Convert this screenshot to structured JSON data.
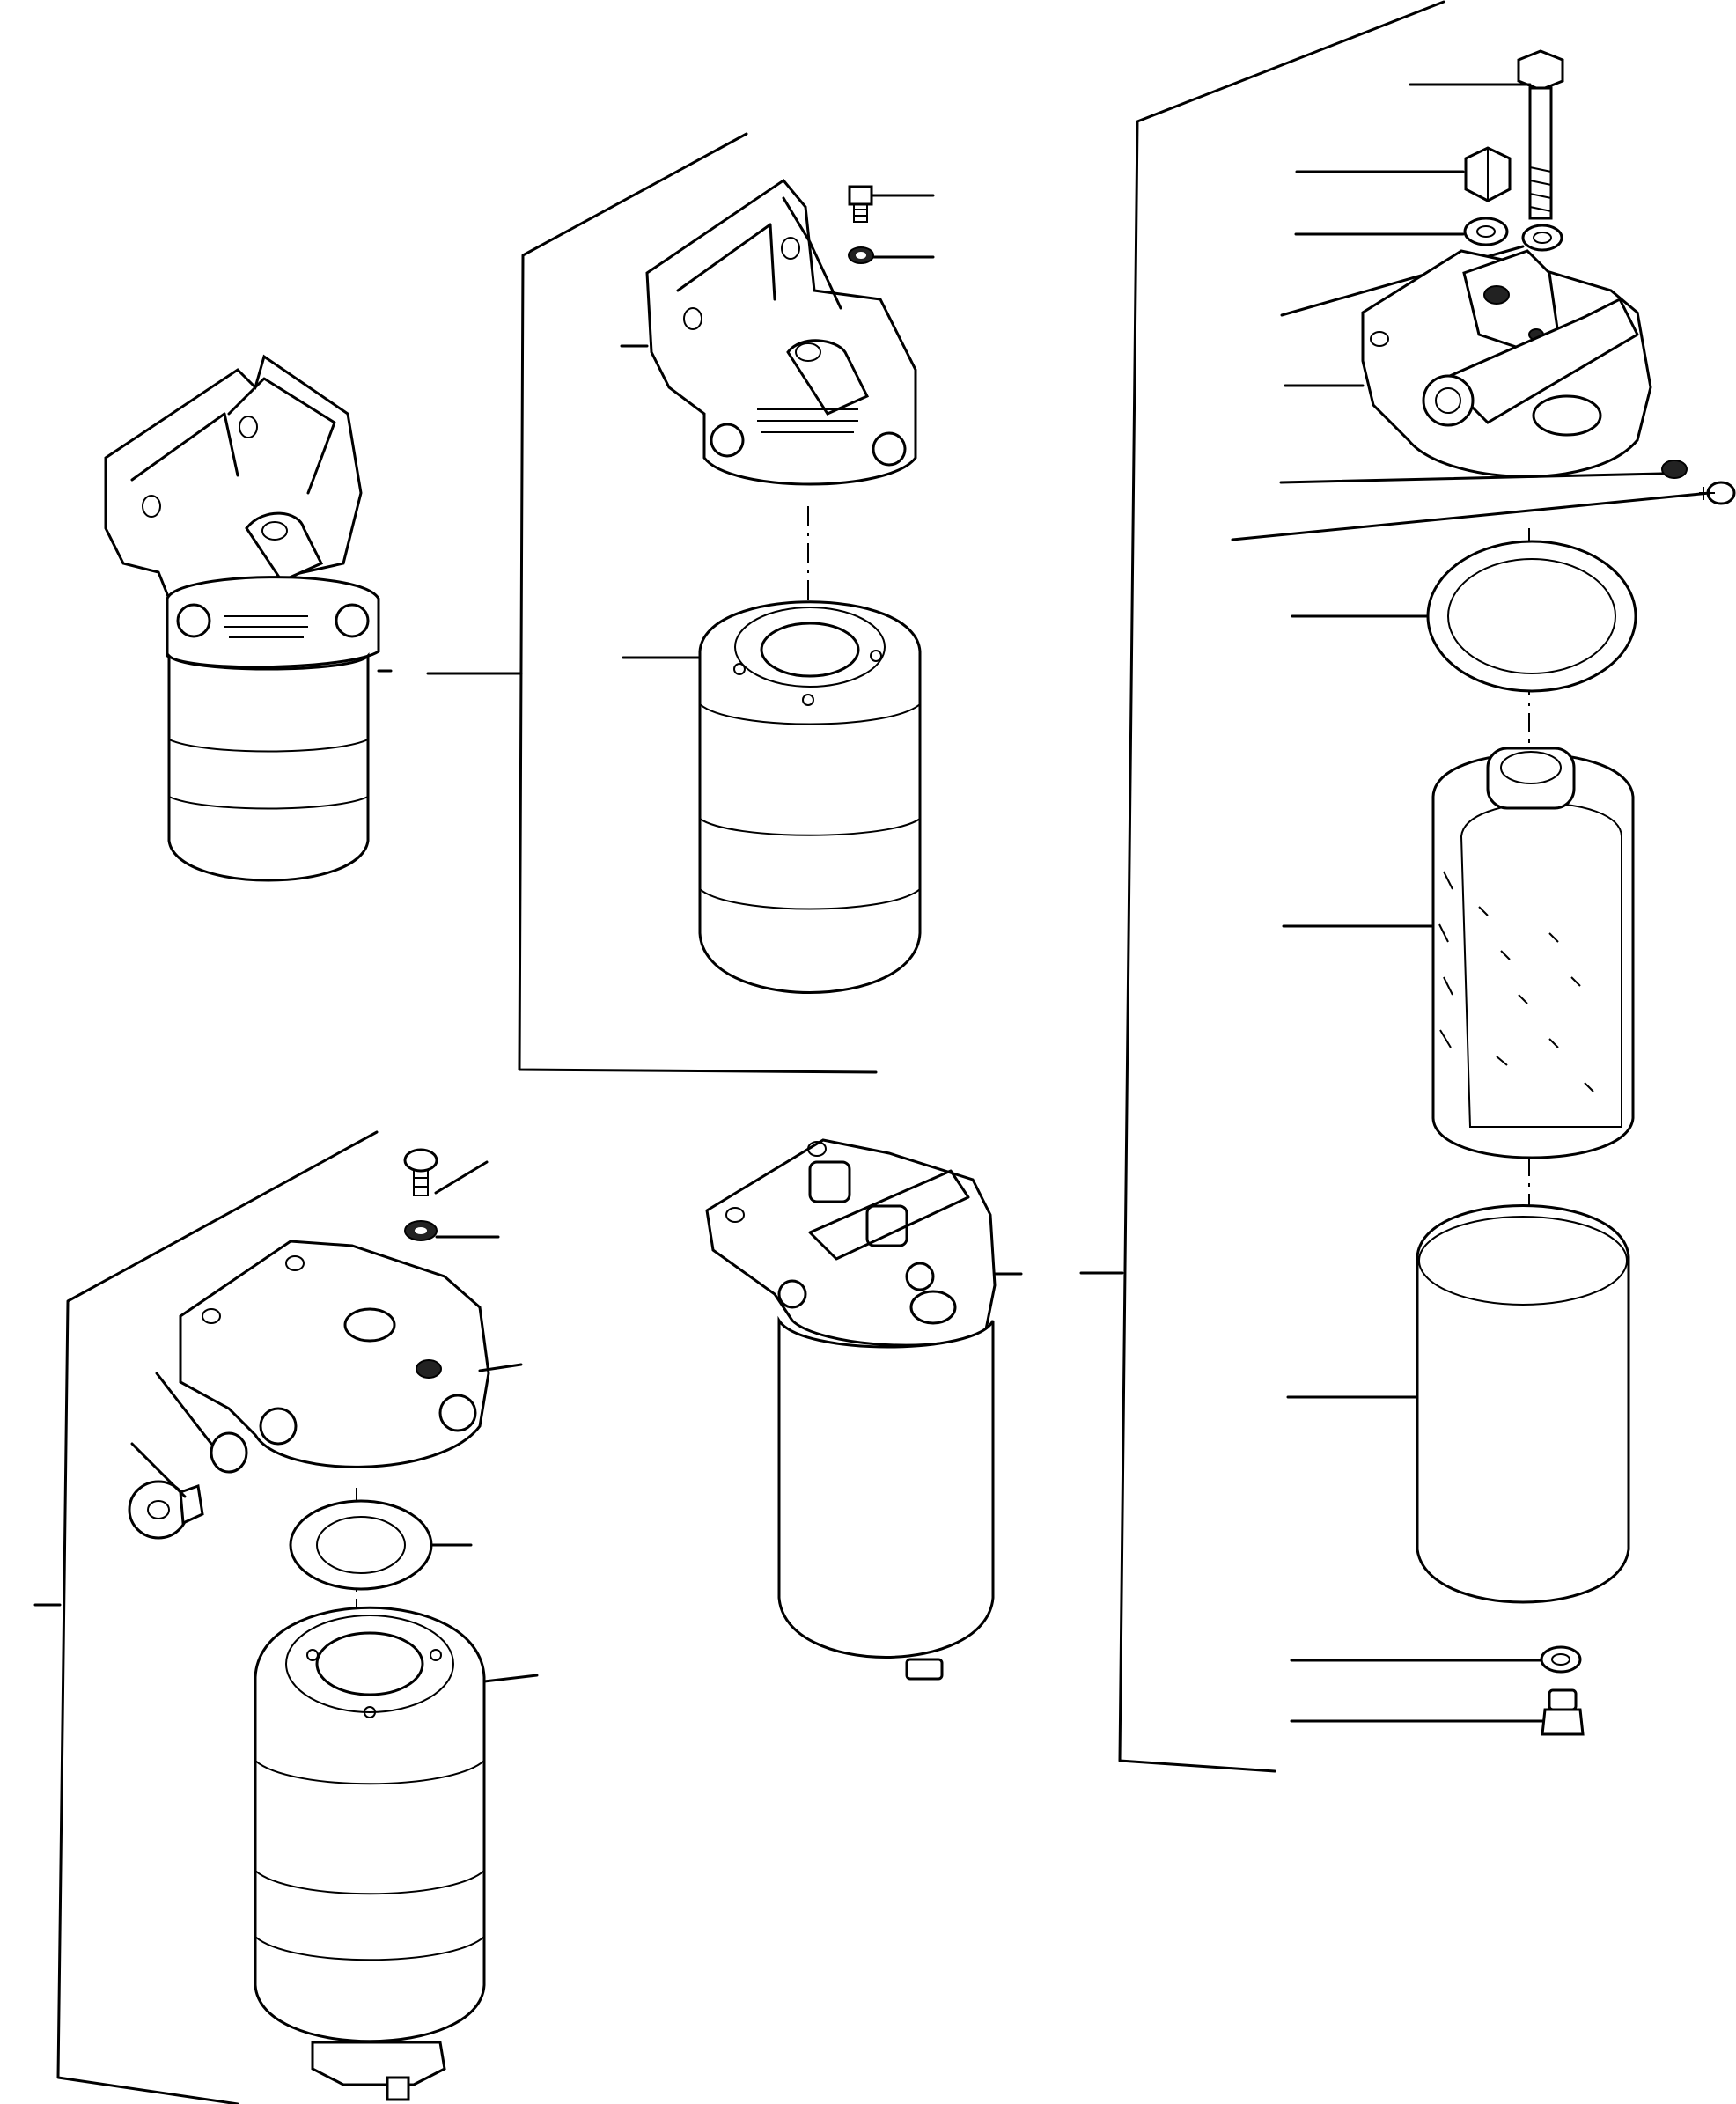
{
  "figure": {
    "title": "",
    "callout_labels": []
  },
  "assemblies": [
    {
      "id": "assembly-top-left",
      "description_visible": false
    },
    {
      "id": "assembly-top-middle",
      "description_visible": false
    },
    {
      "id": "assembly-bottom-left",
      "description_visible": false
    },
    {
      "id": "assembly-bottom-middle",
      "description_visible": false
    },
    {
      "id": "assembly-right",
      "description_visible": false
    }
  ]
}
